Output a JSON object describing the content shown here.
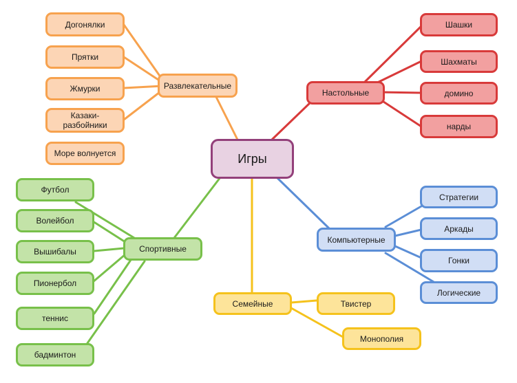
{
  "center": {
    "label": "Игры"
  },
  "colors": {
    "orange": {
      "stroke": "#f7a24e",
      "fill": "#fcd5b5",
      "line": "#f7a24e"
    },
    "red": {
      "stroke": "#d83a3a",
      "fill": "#f2a0a0",
      "line": "#d83a3a"
    },
    "green": {
      "stroke": "#78c04a",
      "fill": "#c3e3a8",
      "line": "#78c04a"
    },
    "blue": {
      "stroke": "#5b8ed6",
      "fill": "#d1def5",
      "line": "#5b8ed6"
    },
    "yellow": {
      "stroke": "#f5c21c",
      "fill": "#fde49a",
      "line": "#f5c21c"
    },
    "purple": {
      "stroke": "#93407a",
      "fill": "#e8d2e2"
    }
  },
  "branches": {
    "entertainment": {
      "label": "Развлекательные",
      "color": "orange",
      "items": [
        "Догонялки",
        "Прятки",
        "Жмурки",
        "Казаки-разбойники",
        "Море волнуется"
      ]
    },
    "board": {
      "label": "Настольные",
      "color": "red",
      "items": [
        "Шашки",
        "Шахматы",
        "домино",
        "нарды"
      ]
    },
    "sport": {
      "label": "Спортивные",
      "color": "green",
      "items": [
        "Футбол",
        "Волейбол",
        "Вышибалы",
        "Пионербол",
        "теннис",
        "бадминтон"
      ]
    },
    "computer": {
      "label": "Компьютерные",
      "color": "blue",
      "items": [
        "Стратегии",
        "Аркады",
        "Гонки",
        "Логические"
      ]
    },
    "family": {
      "label": "Семейные",
      "color": "yellow",
      "items": [
        "Твистер",
        "Монополия"
      ]
    }
  }
}
